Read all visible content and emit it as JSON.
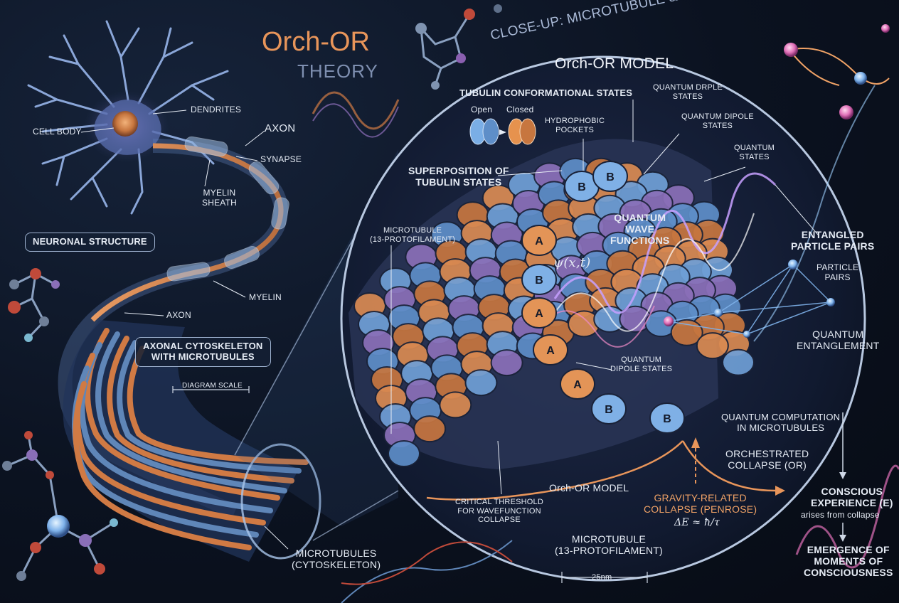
{
  "title": {
    "main": "Orch-OR",
    "sub": "THEORY"
  },
  "closeup_title": "CLOSE-UP: MICROTUBULE & ORCH-OR QUANTUM MECHANISMS",
  "neuron": {
    "cell_body": "CELL BODY",
    "dendrites": "DENDRITES",
    "axon_top": "AXON",
    "synapse": "SYNAPSE",
    "myelin_sheath": "MYELIN\nSHEATH",
    "neuronal_structure": "NEURONAL STRUCTURE",
    "myelin": "MYELIN",
    "axon_lower": "AXON",
    "axonal_cytoskeleton": "AXONAL CYTOSKELETON\nWITH MICROTUBULES",
    "diagram_scale": "DIAGRAM SCALE",
    "microtubules": "MICROTUBULES\n(CYTOSKELETON)"
  },
  "circle": {
    "heading": "Orch-OR MODEL",
    "tubulin_states": "TUBULIN CONFORMATIONAL STATES",
    "open": "Open",
    "closed": "Closed",
    "hydrophobic_pockets": "HYDROPHOBIC\nPOCKETS",
    "quantum_drple": "QUANTUM DRPLE\nSTATES",
    "quantum_dipole_top": "QUANTUM DIPOLE\nSTATES",
    "quantum_states": "QUANTUM\nSTATES",
    "superposition": "SUPERPOSITION OF\nTUBULIN STATES",
    "microtubule_13": "MICROTUBULE\n(13-PROTOFILAMENT)",
    "wave_functions": "QUANTUM\nWAVE\nFUNCTIONS",
    "psi": "ψ(x,t)",
    "dipole_mid": "QUANTUM\nDIPOLE STATES",
    "critical_threshold": "CRITICAL THRESHOLD\nFOR WAVEFUNCTION\nCOLLAPSE",
    "orch_model_arrow": "Orch-OR MODEL",
    "gravity_collapse": "GRAVITY-RELATED\nCOLLAPSE (PENROSE)",
    "energy_eq": "ΔE ≈ ħ/τ",
    "microtubule_bottom": "MICROTUBULE\n(13-PROTOFILAMENT)",
    "scale_25nm": "25nm",
    "quantum_computation": "QUANTUM COMPUTATION\nIN MICROTUBULES",
    "orchestrated_collapse": "ORCHESTRATED\nCOLLAPSE (OR)"
  },
  "right": {
    "entangled": "ENTANGLED\nPARTICLE PAIRS",
    "particle_pairs": "PARTICLE\nPAIRS",
    "quantum_entanglement": "QUANTUM\nENTANGLEMENT",
    "conscious_experience": "CONSCIOUS\nEXPERIENCE (E)",
    "arises": "arises from collapse",
    "emergence": "EMERGENCE OF\nMOMENTS OF\nCONSCIOUSNESS"
  },
  "tubulin_letters": [
    "B",
    "B",
    "A",
    "B",
    "A",
    "A",
    "A",
    "B",
    "B"
  ],
  "colors": {
    "orange": "#e08a4e",
    "blue": "#6f9fd6",
    "purple": "#8a6fb8",
    "accent": "#f0a266",
    "line": "#cfd8e6"
  }
}
